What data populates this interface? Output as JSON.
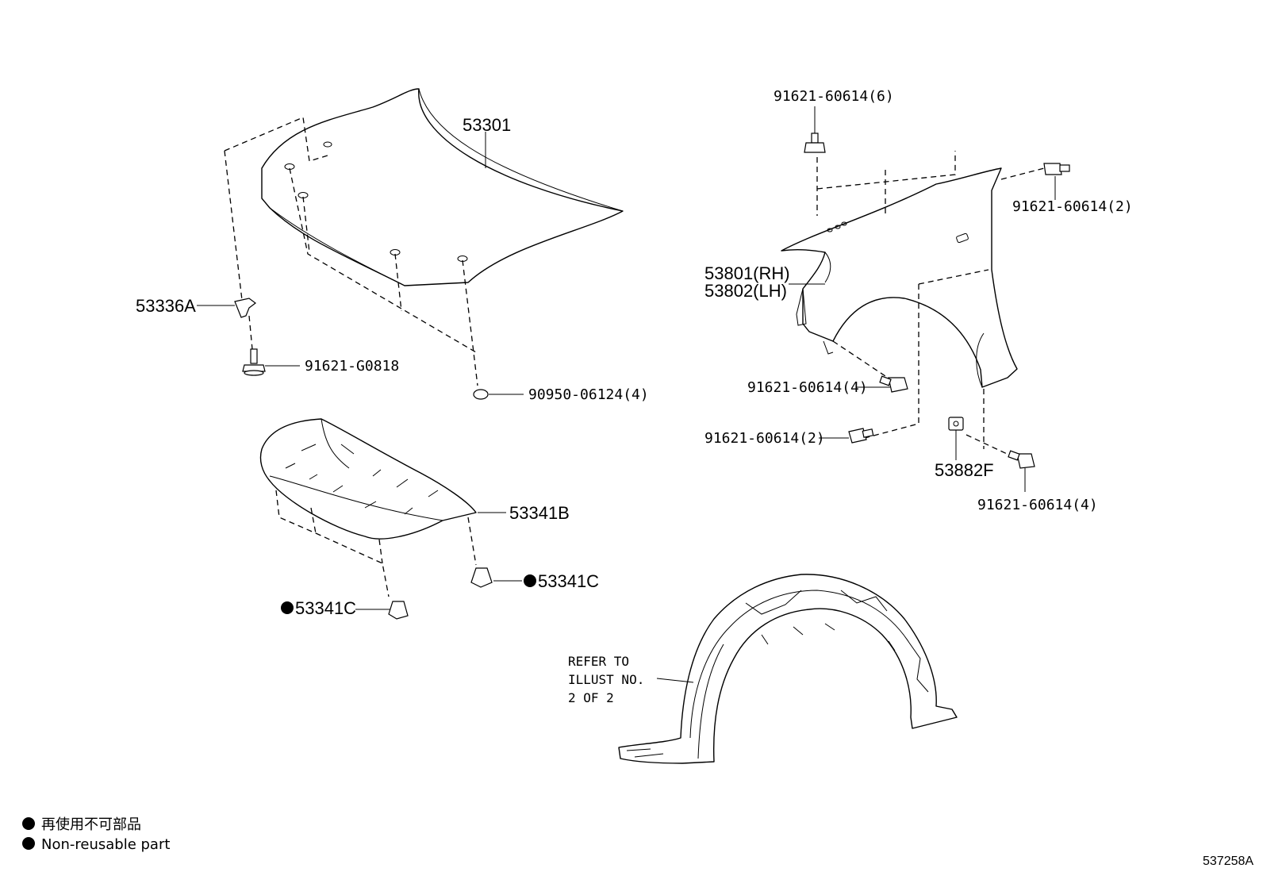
{
  "labels": {
    "hood": "53301",
    "hood_support": "53336A",
    "hood_support_bolt": "91621-G0818",
    "hood_plug": "90950-06124(4)",
    "hood_insulator": "53341B",
    "clip_right": "53341C",
    "clip_left": "53341C",
    "fender_rh": "53801(RH)",
    "fender_lh": "53802(LH)",
    "bolt_top": "91621-60614(6)",
    "bolt_right_top": "91621-60614(2)",
    "bolt_mid": "91621-60614(4)",
    "bolt_low": "91621-60614(2)",
    "bracket": "53882F",
    "bolt_right_low": "91621-60614(4)"
  },
  "refer": {
    "line1": "REFER TO",
    "line2": "ILLUST NO.",
    "line3": "2 OF 2"
  },
  "legend": {
    "symbol": "●",
    "japanese": "再使用不可部品",
    "english": "Non-reusable part"
  },
  "figure_id": "537258A"
}
